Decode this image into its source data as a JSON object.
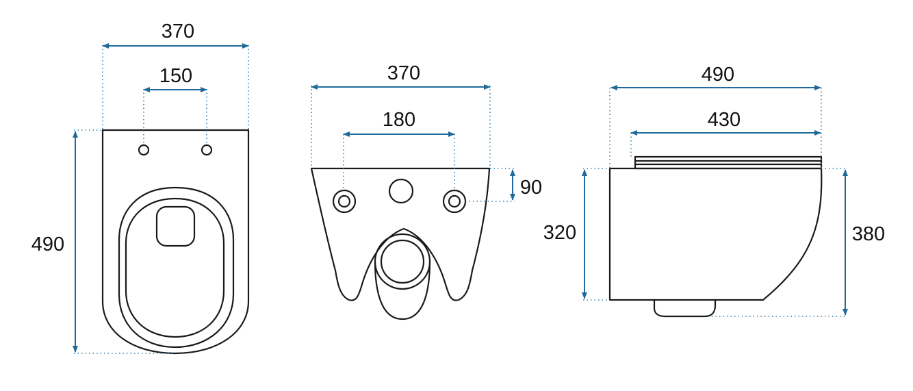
{
  "colors": {
    "outline": "#1a1a1a",
    "dimension": "#1f6a9a",
    "background": "#ffffff"
  },
  "top_view": {
    "width": "370",
    "hole_spacing": "150",
    "length": "490"
  },
  "front_view": {
    "width": "370",
    "hole_spacing": "180",
    "hole_height": "90"
  },
  "side_view": {
    "length": "490",
    "seat_length": "430",
    "bowl_height": "320",
    "total_height": "380"
  }
}
